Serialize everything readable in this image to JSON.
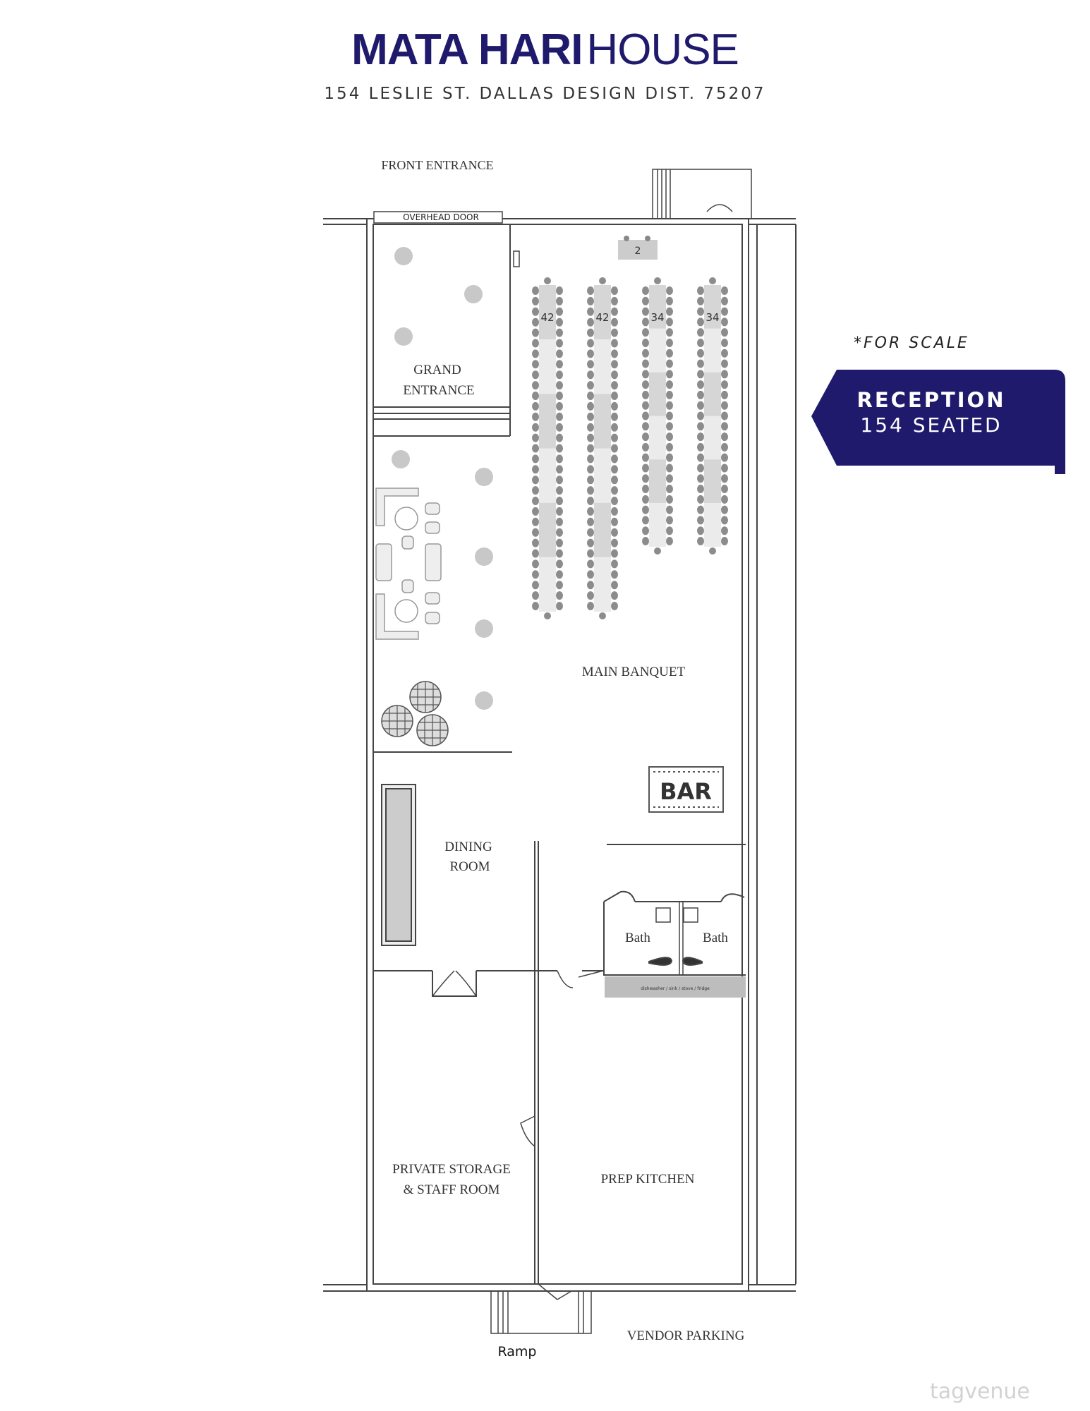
{
  "header": {
    "title_bold": "MATA HARI",
    "title_light": "HOUSE",
    "address": "154 LESLIE ST. DALLAS DESIGN DIST. 75207"
  },
  "badge": {
    "note": "*FOR SCALE",
    "line1": "RECEPTION",
    "line2": "154 SEATED",
    "color": "#1f1a6b"
  },
  "plan": {
    "front_entrance": "FRONT ENTRANCE",
    "overhead_door": "OVERHEAD DOOR",
    "grand_entrance_1": "GRAND",
    "grand_entrance_2": "ENTRANCE",
    "main_banquet": "MAIN BANQUET",
    "bar": "BAR",
    "dining_1": "DINING",
    "dining_2": "ROOM",
    "bath_left": "Bath",
    "bath_right": "Bath",
    "appliance_strip": "dishwasher / sink / stove / fridge",
    "storage_1": "PRIVATE STORAGE",
    "storage_2": "& STAFF ROOM",
    "prep_kitchen": "PREP KITCHEN",
    "ramp": "Ramp",
    "vendor_parking": "VENDOR PARKING",
    "head_table_seats": "2",
    "table_seats": [
      "42",
      "42",
      "34",
      "34"
    ]
  },
  "watermark": "tagvenue"
}
